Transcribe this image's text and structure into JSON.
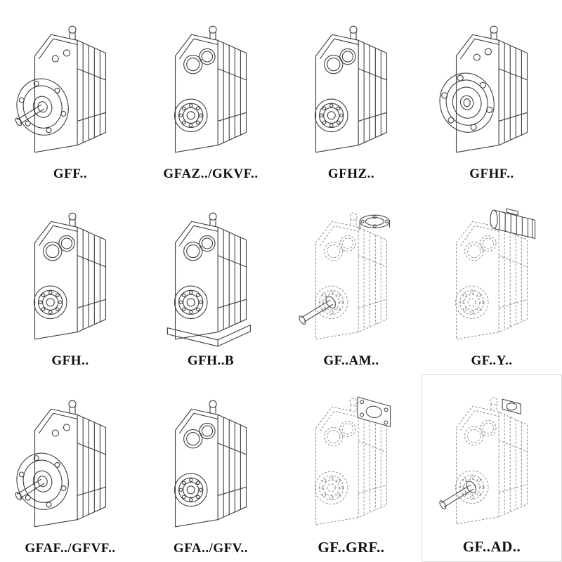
{
  "colors": {
    "background": "#ffffff",
    "line": "#3f3f3f",
    "dashed_line": "#8f8f8f",
    "label_text": "#101010"
  },
  "catalog": {
    "items": [
      {
        "label": "GFF..",
        "icon": "flange-shaft-gearbox-icon",
        "line_style": "solid"
      },
      {
        "label": "GFAZ../GKVF..",
        "icon": "twin-bore-gearbox-icon",
        "line_style": "solid"
      },
      {
        "label": "GFHZ..",
        "icon": "twin-bore-gearbox-icon",
        "line_style": "solid"
      },
      {
        "label": "GFHF..",
        "icon": "flange-gearbox-icon",
        "line_style": "solid"
      },
      {
        "label": "GFH..",
        "icon": "twin-bore-gearbox-icon",
        "line_style": "solid"
      },
      {
        "label": "GFH..B",
        "icon": "base-mounted-gearbox-icon",
        "line_style": "solid"
      },
      {
        "label": "GF..AM..",
        "icon": "adapter-flange-gearbox-icon",
        "line_style": "dashed"
      },
      {
        "label": "GF..Y..",
        "icon": "motor-mounted-gearbox-icon",
        "line_style": "dashed"
      },
      {
        "label": "GFAF../GFVF..",
        "icon": "flange-shaft-gearbox-icon",
        "line_style": "solid"
      },
      {
        "label": "GFA../GFV..",
        "icon": "twin-bore-gearbox-icon",
        "line_style": "solid"
      },
      {
        "label": "GF..GRF..",
        "icon": "square-adapter-gearbox-icon",
        "line_style": "dashed"
      },
      {
        "label": "GF..AD..",
        "icon": "input-adapter-gearbox-icon",
        "line_style": "dashed"
      }
    ]
  }
}
